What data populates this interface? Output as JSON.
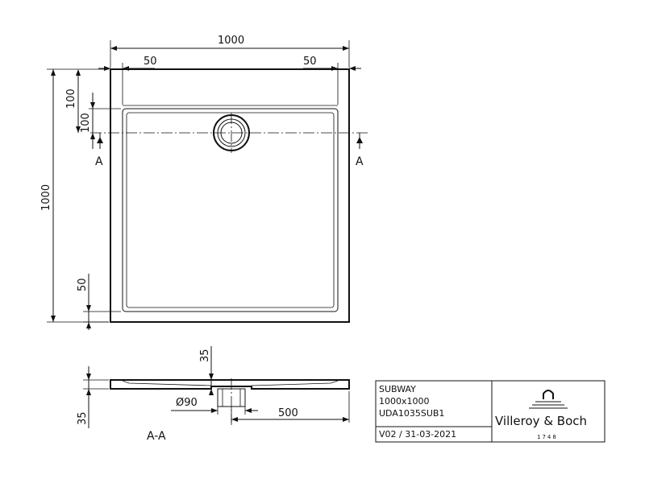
{
  "plan": {
    "dim_width": "1000",
    "dim_rim_left": "50",
    "dim_rim_right": "50",
    "dim_height": "1000",
    "dim_drain_offset_outer": "100",
    "dim_drain_offset_inner": "100",
    "dim_rim_bottom": "50",
    "section_marker_left": "A",
    "section_marker_right": "A"
  },
  "section": {
    "dim_drain_depth": "35",
    "dim_tray_height": "35",
    "dim_drain_diameter": "Ø90",
    "dim_drain_position": "500",
    "label": "A-A"
  },
  "title_block": {
    "product": "SUBWAY",
    "size": "1000x1000",
    "code": "UDA1035SUB1",
    "version": "V02 / 31-03-2021",
    "brand": "Villeroy & Boch",
    "brand_year": "1748"
  }
}
